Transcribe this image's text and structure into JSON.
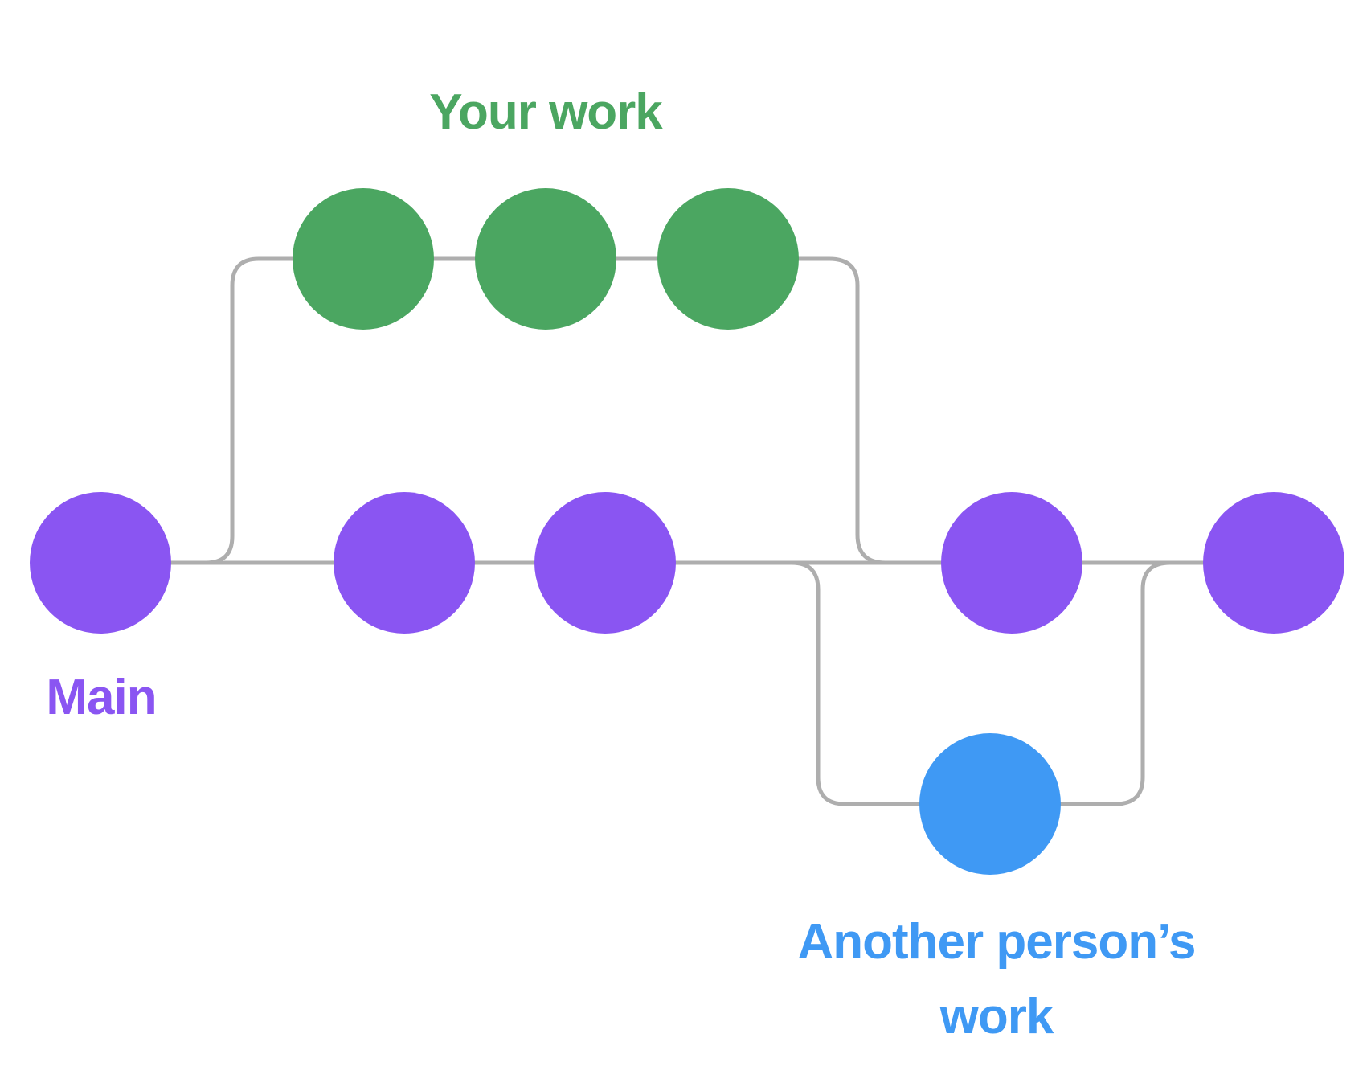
{
  "diagram": {
    "type": "git-branching-illustration",
    "labels": {
      "main": "Main",
      "your_work": "Your work",
      "another_person_line1": "Another person’s",
      "another_person_line2": "work"
    },
    "colors": {
      "main": "#8A55F2",
      "your_work": "#4BA661",
      "another_person": "#3F99F4",
      "connector": "#AEAEAE"
    },
    "branches": [
      {
        "name": "Main",
        "commit_count": 5
      },
      {
        "name": "Your work",
        "commit_count": 3
      },
      {
        "name": "Another person’s work",
        "commit_count": 1
      }
    ]
  }
}
